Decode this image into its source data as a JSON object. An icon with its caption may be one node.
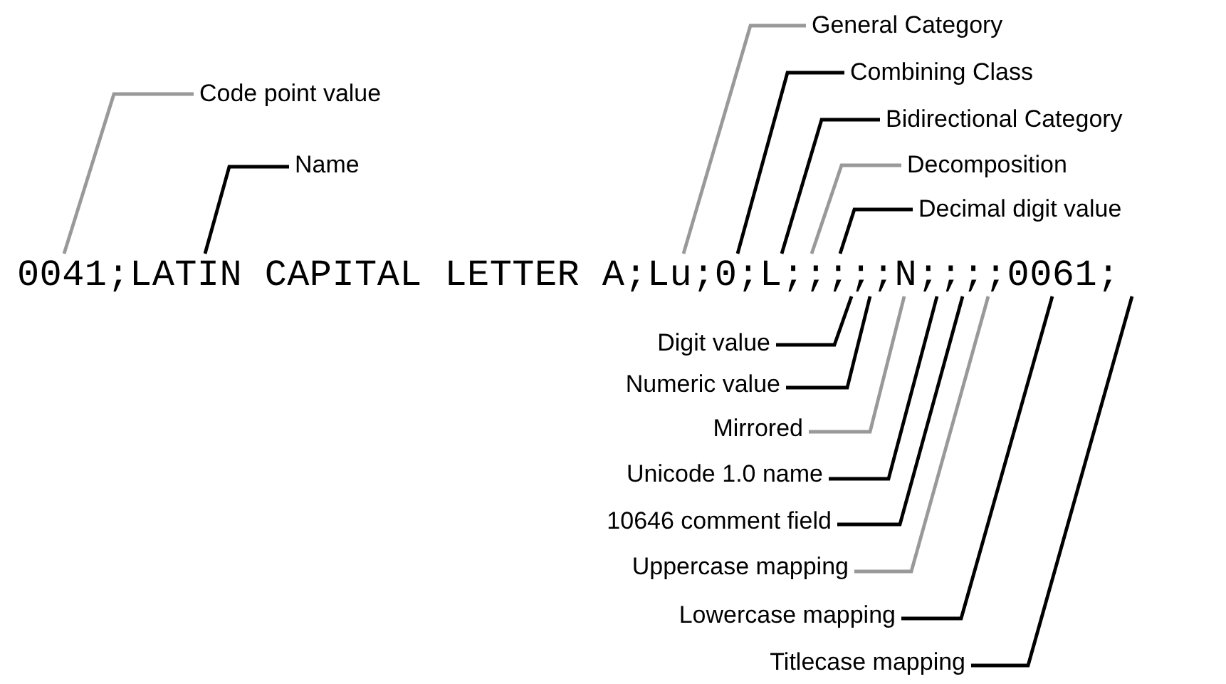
{
  "diagram": {
    "nodes": [
      {
        "text": [
          "Code point value"
        ]
      },
      {
        "text": [
          "Name"
        ]
      },
      {
        "text": [
          "General Category"
        ]
      },
      {
        "text": [
          "Combining Class"
        ]
      },
      {
        "text": [
          "Bidirectional Category"
        ]
      },
      {
        "text": [
          "Decomposition"
        ]
      },
      {
        "text": [
          "Decimal digit value"
        ]
      },
      {
        "text": [
          "Digit value"
        ]
      },
      {
        "text": [
          "Numeric value"
        ]
      },
      {
        "text": [
          "Mirrored"
        ]
      },
      {
        "text": [
          "Unicode 1.0 name"
        ]
      },
      {
        "text": [
          "10646 comment field"
        ]
      },
      {
        "text": [
          "Uppercase mapping"
        ]
      },
      {
        "text": [
          "Lowercase mapping"
        ]
      },
      {
        "text": [
          "Titlecase mapping"
        ]
      },
      {
        "text": [
          "0041;LATIN CAPITAL LETTER A;Lu;0;L;;;;;N;;;;0061;"
        ]
      }
    ],
    "edges": [
      {
        "from": 0,
        "to": 15,
        "arrow": "none",
        "color": "#999999"
      },
      {
        "from": 1,
        "to": 15,
        "arrow": "none"
      },
      {
        "from": 2,
        "to": 15,
        "arrow": "none",
        "color": "#999999"
      },
      {
        "from": 3,
        "to": 15,
        "arrow": "none"
      },
      {
        "from": 4,
        "to": 15,
        "arrow": "none"
      },
      {
        "from": 5,
        "to": 15,
        "arrow": "none",
        "color": "#999999"
      },
      {
        "from": 6,
        "to": 15,
        "arrow": "none"
      },
      {
        "from": 7,
        "to": 15,
        "arrow": "none"
      },
      {
        "from": 8,
        "to": 15,
        "arrow": "none"
      },
      {
        "from": 9,
        "to": 15,
        "arrow": "none",
        "color": "#999999"
      },
      {
        "from": 10,
        "to": 15,
        "arrow": "none"
      },
      {
        "from": 11,
        "to": 15,
        "arrow": "none"
      },
      {
        "from": 12,
        "to": 15,
        "arrow": "none",
        "color": "#999999"
      },
      {
        "from": 13,
        "to": 15,
        "arrow": "none"
      },
      {
        "from": 14,
        "to": 15,
        "arrow": "none"
      }
    ]
  }
}
